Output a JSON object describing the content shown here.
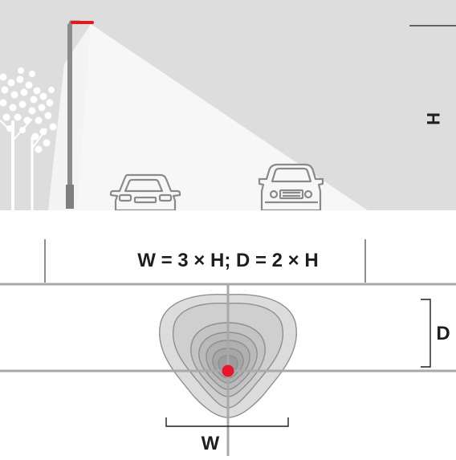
{
  "formula": "W = 3 × H; D = 2 × H",
  "labels": {
    "height": "H",
    "distance": "D",
    "width": "W"
  },
  "colors": {
    "sky": "#dddddd",
    "ground": "#ffffff",
    "light_beam": "#f4f4f4",
    "lamp_head": "#e5191b",
    "pole": "#8c8c8c",
    "lines": "#a9a9a9",
    "contour_stroke": "#8f8f8f",
    "contour_fill": "#dcdcdc",
    "source_dot": "#e6172d",
    "text": "#1e1e1e"
  },
  "icons": {
    "street_lamp": "street-lamp-icon",
    "car_front_sedan": "sedan-front-icon",
    "car_front_suv": "suv-front-icon",
    "tree": "tree-icon",
    "light_distribution": "isolux-contour-icon"
  }
}
